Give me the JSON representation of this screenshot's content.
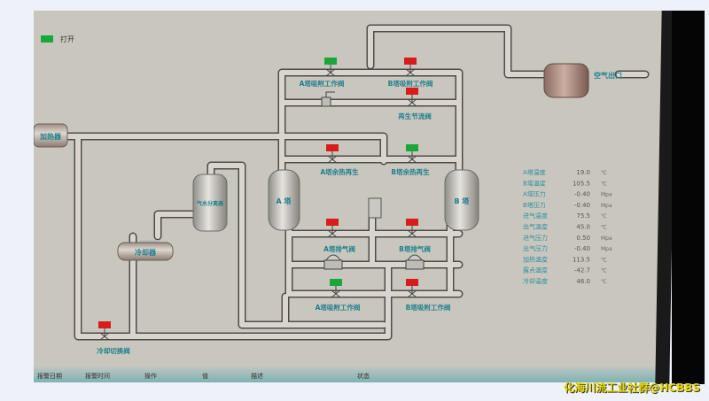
{
  "legend": {
    "open_label": "打开",
    "open_color": "#18a83a",
    "closed_color": "#d81b1b"
  },
  "equipment": {
    "heater": "加热器",
    "cooler": "冷却器",
    "separator": "气水分离器",
    "tower_a": "A 塔",
    "tower_b": "B 塔",
    "air_outlet_tank_label": "空气出口"
  },
  "valves": [
    {
      "id": "a-adsorb-top",
      "label": "A塔吸附工作阀",
      "state": "open"
    },
    {
      "id": "b-adsorb-top",
      "label": "B塔吸附工作阀",
      "state": "closed"
    },
    {
      "id": "regen-throttle",
      "label": "再生节流阀",
      "state": "closed"
    },
    {
      "id": "a-residual-heat",
      "label": "A塔余热再生",
      "state": "closed"
    },
    {
      "id": "b-residual-heat",
      "label": "B塔余热再生",
      "state": "open"
    },
    {
      "id": "a-exhaust",
      "label": "A塔排气阀",
      "state": "closed"
    },
    {
      "id": "b-exhaust",
      "label": "B塔排气阀",
      "state": "closed"
    },
    {
      "id": "a-adsorb-bottom",
      "label": "A塔吸附工作阀",
      "state": "open"
    },
    {
      "id": "b-adsorb-bottom",
      "label": "B塔吸附工作阀",
      "state": "closed"
    },
    {
      "id": "cooling-switch",
      "label": "冷却切换阀",
      "state": "closed"
    }
  ],
  "readings": [
    {
      "name": "A塔温度",
      "value": "19.0",
      "unit": "℃"
    },
    {
      "name": "B塔温度",
      "value": "105.5",
      "unit": "℃"
    },
    {
      "name": "A塔压力",
      "value": "-0.40",
      "unit": "Mpa"
    },
    {
      "name": "B塔压力",
      "value": "-0.40",
      "unit": "Mpa"
    },
    {
      "name": "进气温度",
      "value": "75.5",
      "unit": "℃"
    },
    {
      "name": "出气温度",
      "value": "45.0",
      "unit": "℃"
    },
    {
      "name": "进气压力",
      "value": "0.50",
      "unit": "Mpa"
    },
    {
      "name": "出气压力",
      "value": "-0.40",
      "unit": "Mpa"
    },
    {
      "name": "加热温度",
      "value": "113.5",
      "unit": "℃"
    },
    {
      "name": "露点温度",
      "value": "-42.7",
      "unit": "℃"
    },
    {
      "name": "冷却温度",
      "value": "46.0",
      "unit": "℃"
    }
  ],
  "statusbar": {
    "col1": "报警日期",
    "col2": "报警时间",
    "col3": "操作",
    "col4": "值",
    "col5": "描述",
    "col6": "状态"
  },
  "watermark": "化海川流工业社群@HCBBS"
}
